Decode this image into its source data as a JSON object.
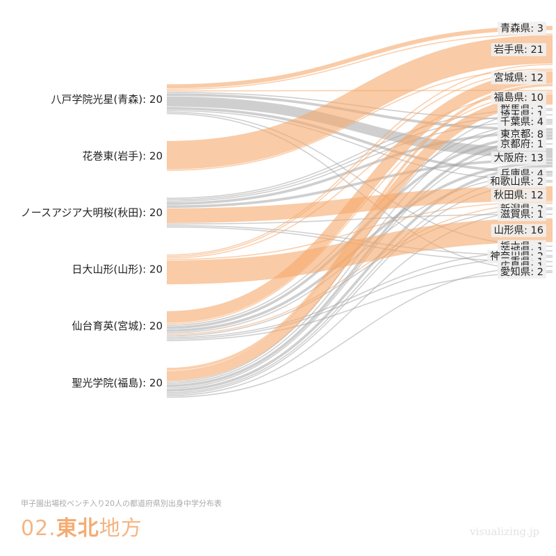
{
  "title": {
    "subtitle": "甲子園出場校ベンチ入り20人の都道府県別出身中学分布表",
    "number": "02.",
    "region_bold": "東北",
    "region_rest": "地方"
  },
  "watermark": "visualizing.jp",
  "colors": {
    "home": "#f5a86a",
    "away": "#a8a8a8",
    "label_box": "#f0f0f0"
  },
  "chart_data": {
    "type": "sankey",
    "sources": [
      {
        "name": "八戸学院光星(青森)",
        "value": 20
      },
      {
        "name": "花巻東(岩手)",
        "value": 20
      },
      {
        "name": "ノースアジア大明桜(秋田)",
        "value": 20
      },
      {
        "name": "日大山形(山形)",
        "value": 20
      },
      {
        "name": "仙台育英(宮城)",
        "value": 20
      },
      {
        "name": "聖光学院(福島)",
        "value": 20
      }
    ],
    "targets": [
      {
        "name": "青森県",
        "value": 3
      },
      {
        "name": "岩手県",
        "value": 21
      },
      {
        "name": "宮城県",
        "value": 12
      },
      {
        "name": "福島県",
        "value": 10
      },
      {
        "name": "群馬県",
        "value": 2
      },
      {
        "name": "埼玉県",
        "value": 1
      },
      {
        "name": "千葉県",
        "value": 4
      },
      {
        "name": "東京都",
        "value": 8
      },
      {
        "name": "京都府",
        "value": 1
      },
      {
        "name": "大阪府",
        "value": 13
      },
      {
        "name": "兵庫県",
        "value": 4
      },
      {
        "name": "和歌山県",
        "value": 2
      },
      {
        "name": "秋田県",
        "value": 12
      },
      {
        "name": "新潟県",
        "value": 2
      },
      {
        "name": "滋賀県",
        "value": 1
      },
      {
        "name": "山形県",
        "value": 16
      },
      {
        "name": "栃木県",
        "value": 1
      },
      {
        "name": "茨城県",
        "value": 1
      },
      {
        "name": "神奈川県",
        "value": 2
      },
      {
        "name": "三重県",
        "value": 1
      },
      {
        "name": "広島県",
        "value": 1
      },
      {
        "name": "愛知県",
        "value": 2
      }
    ],
    "flows": [
      {
        "source": 0,
        "target": 0,
        "value": 3,
        "home": true
      },
      {
        "source": 0,
        "target": 1,
        "value": 1
      },
      {
        "source": 0,
        "target": 3,
        "value": 1
      },
      {
        "source": 0,
        "target": 6,
        "value": 1
      },
      {
        "source": 0,
        "target": 7,
        "value": 2
      },
      {
        "source": 0,
        "target": 9,
        "value": 7
      },
      {
        "source": 0,
        "target": 10,
        "value": 2
      },
      {
        "source": 0,
        "target": 11,
        "value": 1
      },
      {
        "source": 0,
        "target": 16,
        "value": 1
      },
      {
        "source": 0,
        "target": 21,
        "value": 1
      },
      {
        "source": 1,
        "target": 1,
        "value": 19,
        "home": true
      },
      {
        "source": 1,
        "target": 2,
        "value": 1
      },
      {
        "source": 2,
        "target": 4,
        "value": 1
      },
      {
        "source": 2,
        "target": 5,
        "value": 1
      },
      {
        "source": 2,
        "target": 6,
        "value": 1
      },
      {
        "source": 2,
        "target": 7,
        "value": 2
      },
      {
        "source": 2,
        "target": 9,
        "value": 2
      },
      {
        "source": 2,
        "target": 12,
        "value": 10,
        "home": true
      },
      {
        "source": 2,
        "target": 14,
        "value": 1
      },
      {
        "source": 2,
        "target": 18,
        "value": 1
      },
      {
        "source": 2,
        "target": 19,
        "value": 1
      },
      {
        "source": 3,
        "target": 1,
        "value": 1
      },
      {
        "source": 3,
        "target": 2,
        "value": 1
      },
      {
        "source": 3,
        "target": 3,
        "value": 1
      },
      {
        "source": 3,
        "target": 12,
        "value": 1
      },
      {
        "source": 3,
        "target": 15,
        "value": 16,
        "home": true
      },
      {
        "source": 4,
        "target": 2,
        "value": 8,
        "home": true
      },
      {
        "source": 4,
        "target": 3,
        "value": 1
      },
      {
        "source": 4,
        "target": 6,
        "value": 1
      },
      {
        "source": 4,
        "target": 7,
        "value": 2
      },
      {
        "source": 4,
        "target": 9,
        "value": 2
      },
      {
        "source": 4,
        "target": 10,
        "value": 1
      },
      {
        "source": 4,
        "target": 12,
        "value": 1
      },
      {
        "source": 4,
        "target": 13,
        "value": 1
      },
      {
        "source": 4,
        "target": 17,
        "value": 1
      },
      {
        "source": 4,
        "target": 18,
        "value": 1
      },
      {
        "source": 4,
        "target": 21,
        "value": 1
      },
      {
        "source": 5,
        "target": 2,
        "value": 2
      },
      {
        "source": 5,
        "target": 3,
        "value": 7,
        "home": true
      },
      {
        "source": 5,
        "target": 4,
        "value": 1
      },
      {
        "source": 5,
        "target": 6,
        "value": 1
      },
      {
        "source": 5,
        "target": 7,
        "value": 2
      },
      {
        "source": 5,
        "target": 8,
        "value": 1
      },
      {
        "source": 5,
        "target": 9,
        "value": 2
      },
      {
        "source": 5,
        "target": 10,
        "value": 1
      },
      {
        "source": 5,
        "target": 11,
        "value": 1
      },
      {
        "source": 5,
        "target": 13,
        "value": 1
      },
      {
        "source": 5,
        "target": 20,
        "value": 1
      }
    ]
  }
}
